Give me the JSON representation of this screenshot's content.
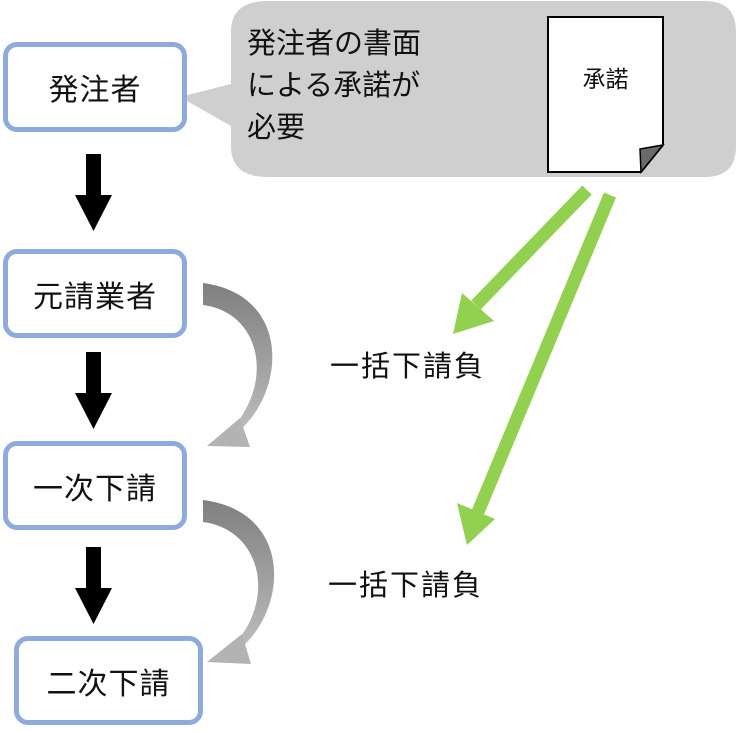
{
  "nodes": {
    "orderer": "発注者",
    "prime_contractor": "元請業者",
    "first_subcontract": "一次下請",
    "second_subcontract": "二次下請"
  },
  "callout": {
    "text_lines": [
      "発注者の書面",
      "による承諾が",
      "必要"
    ],
    "document_label": "承諾",
    "background_color": "#d0cfd0"
  },
  "side_labels": {
    "lump_sum_1": "一括下請負",
    "lump_sum_2": "一括下請負"
  },
  "colors": {
    "node_border": "#8faadc",
    "down_arrow": "#000000",
    "curved_arrow": "#a6a6a6",
    "green_arrow": "#92d050"
  }
}
